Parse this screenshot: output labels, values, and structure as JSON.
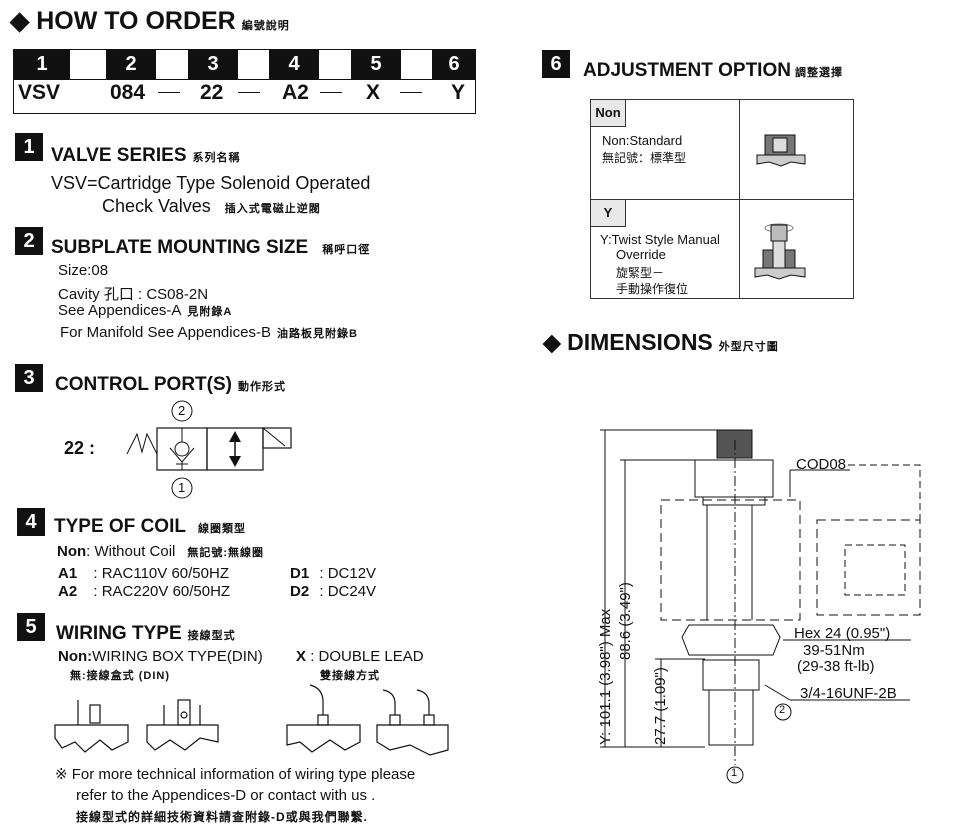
{
  "how_to_order": {
    "title": "HOW TO  ORDER",
    "title_cjk": "編號說明",
    "positions": [
      "1",
      "2",
      "3",
      "4",
      "5",
      "6"
    ],
    "values": [
      "VSV",
      "084",
      "22",
      "A2",
      "X",
      "Y"
    ],
    "separator": "—"
  },
  "sections": {
    "s1": {
      "num": "1",
      "title": "VALVE SERIES",
      "title_cjk": "系列名稱",
      "line1": "VSV=Cartridge Type Solenoid Operated",
      "line2": "Check Valves",
      "line2_cjk": "插入式電磁止逆閥"
    },
    "s2": {
      "num": "2",
      "title": "SUBPLATE MOUNTING SIZE",
      "title_cjk": "稱呼口徑",
      "size": "Size:08",
      "cavity": "Cavity 孔口 : CS08-2N",
      "see_a": "See Appendices-A",
      "see_a_cjk": "見附錄A",
      "manifold": "For Manifold See Appendices-B",
      "manifold_cjk": "油路板見附錄B"
    },
    "s3": {
      "num": "3",
      "title": "CONTROL PORT(S)",
      "title_cjk": "動作形式",
      "code": "22 :",
      "port_top": "2",
      "port_bottom": "1"
    },
    "s4": {
      "num": "4",
      "title": "TYPE OF COIL",
      "title_cjk": "線圈類型",
      "non_code": "Non",
      "non_text": ": Without Coil",
      "non_cjk": "無記號:無線圈",
      "options": [
        {
          "code": "A1",
          "text": ": RAC110V  60/50HZ"
        },
        {
          "code": "A2",
          "text": ": RAC220V  60/50HZ"
        },
        {
          "code": "D1",
          "text": ": DC12V"
        },
        {
          "code": "D2",
          "text": ": DC24V"
        }
      ]
    },
    "s5": {
      "num": "5",
      "title": "WIRING TYPE",
      "title_cjk": "接線型式",
      "non_code": "Non:",
      "non_text": "WIRING BOX TYPE(DIN)",
      "non_cjk": "無:接線盒式 (DIN)",
      "x_code": "X",
      "x_text": ": DOUBLE LEAD",
      "x_cjk": "雙接線方式",
      "note1": "※ For more technical information of wiring type  please",
      "note2": "refer to the Appendices-D or contact with us .",
      "note3": "接線型式的詳細技術資料請查附錄-D或與我們聯繫."
    },
    "s6": {
      "num": "6",
      "title": "ADJUSTMENT OPTION",
      "title_cjk": "調整選擇",
      "rows": [
        {
          "label": "Non",
          "line1": "Non:Standard",
          "line2": "無記號：標準型"
        },
        {
          "label": "Y",
          "line1": "Y:Twist Style Manual",
          "line2": "Override",
          "line3": "旋緊型－",
          "line4": "手動操作復位"
        }
      ]
    }
  },
  "dimensions": {
    "title": "DIMENSIONS",
    "title_cjk": "外型尺寸圖",
    "cod": "COD08",
    "overall": "Y: 101.1 (3.98\") Max",
    "body": "88.6 (3.49\")",
    "thread_len": "27.7 (1.09\")",
    "hex": "Hex 24 (0.95\")",
    "torque_nm": "39-51Nm",
    "torque_ftlb": "(29-38 ft-lb)",
    "thread": "3/4-16UNF-2B",
    "port2": "2",
    "port1": "1"
  }
}
